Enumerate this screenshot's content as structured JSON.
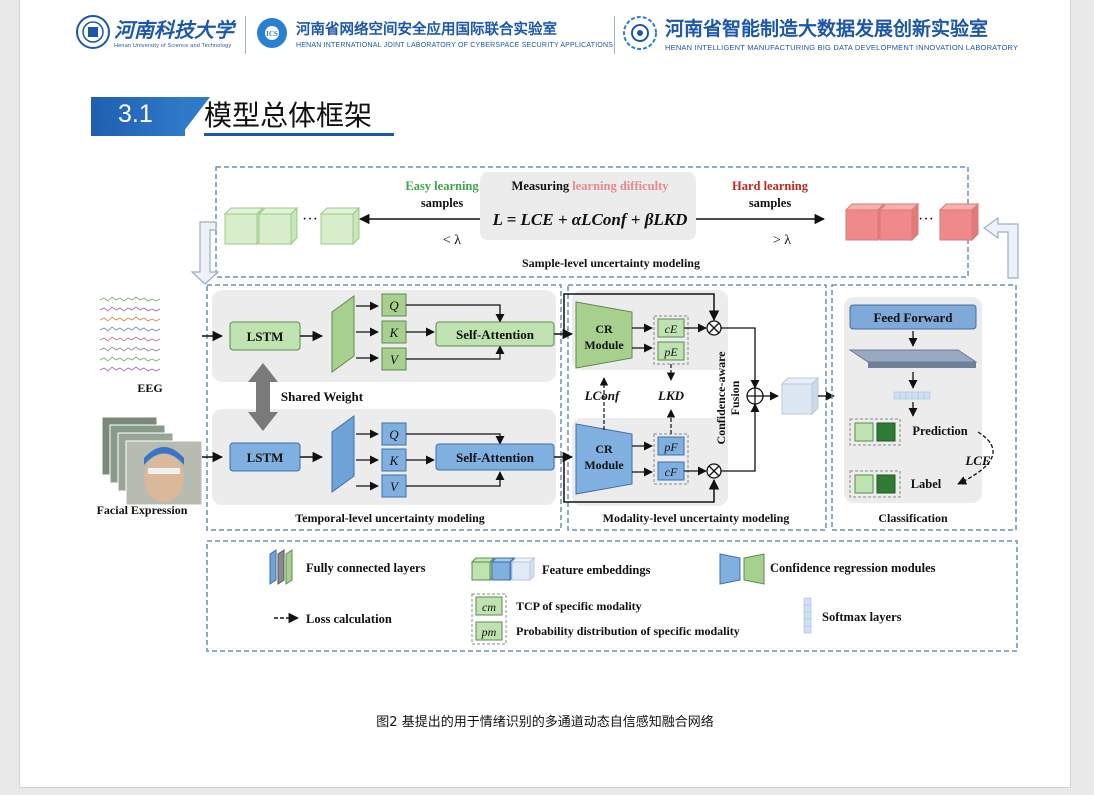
{
  "header": {
    "logo1": {
      "cn": "河南科技大学",
      "en": "Henan University of Science and Technology"
    },
    "logo2": {
      "cn": "河南省网络空间安全应用国际联合实验室",
      "en": "HENAN INTERNATIONAL JOINT LABORATORY OF CYBERSPACE SECURITY APPLICATIONS"
    },
    "logo3": {
      "cn": "河南省智能制造大数据发展创新实验室",
      "en": "HENAN INTELLIGENT MANUFACTURING BIG DATA DEVELOPMENT INNOVATION LABORATORY"
    }
  },
  "section": {
    "number": "3.1",
    "title": "模型总体框架"
  },
  "diagram": {
    "sample": {
      "easy_title": "Easy learning",
      "easy_sub": "samples",
      "measuring_a": "Measuring ",
      "measuring_b": "learning difficulty",
      "hard_title": "Hard learning",
      "hard_sub": "samples",
      "formula": "L = LCE + αLConf + βLKD",
      "lt": "< λ",
      "gt": "> λ",
      "dots": "···",
      "caption": "Sample-level uncertainty modeling"
    },
    "temporal": {
      "eeg": "EEG",
      "facial": "Facial Expression",
      "lstm": "LSTM",
      "q": "Q",
      "k": "K",
      "v": "V",
      "self_attention": "Self-Attention",
      "shared": "Shared Weight",
      "caption": "Temporal-level uncertainty modeling"
    },
    "modality": {
      "cr": "CR",
      "module": "Module",
      "ce": "cE",
      "pe": "pE",
      "pf": "pF",
      "cf": "cF",
      "lconf": "LConf",
      "lkd": "LKD",
      "fusion1": "Confidence-aware",
      "fusion2": "Fusion",
      "caption": "Modality-level uncertainty modeling"
    },
    "classification": {
      "feed_forward": "Feed Forward",
      "prediction": "Prediction",
      "label": "Label",
      "lce": "LCE",
      "caption": "Classification"
    },
    "legend": {
      "fc": "Fully connected layers",
      "feat": "Feature embeddings",
      "crm": "Confidence regression modules",
      "loss": "Loss calculation",
      "cm_sym": "cm",
      "cm": "TCP of specific modality",
      "pm_sym": "pm",
      "pm": "Probability distribution of specific modality",
      "softmax": "Softmax layers"
    }
  },
  "caption": "图2  基提出的用于情绪识别的多通道动态自信感知融合网络",
  "colors": {
    "brand_blue": "#1d57a8",
    "easy_green": "#3aa84a",
    "difficulty_pink": "#e38a8a",
    "hard_red": "#c0281e",
    "green_box": "#bfe3b0",
    "blue_box": "#7fb0e0",
    "red_cube": "#f08a8a"
  }
}
